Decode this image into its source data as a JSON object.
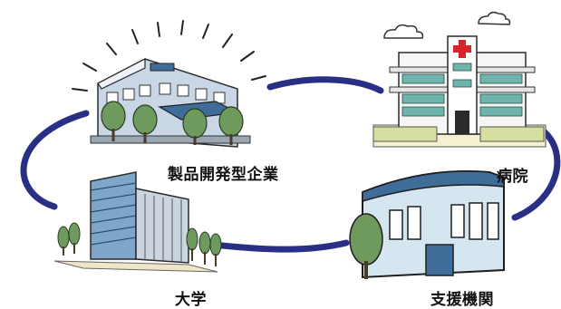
{
  "diagram": {
    "nodes": {
      "company": {
        "label": "製品開発型企業",
        "icon": "factory-building"
      },
      "hospital": {
        "label": "病院",
        "icon": "hospital-building"
      },
      "university": {
        "label": "大学",
        "icon": "university-building"
      },
      "support": {
        "label": "支援機関",
        "icon": "support-office-building"
      }
    },
    "connector": {
      "shape": "closed-loop",
      "color": "#2a2f86"
    },
    "colors": {
      "tree": "#6f9a5e",
      "roof_blue": "#3f6d9a",
      "cross": "#d8242b"
    }
  }
}
